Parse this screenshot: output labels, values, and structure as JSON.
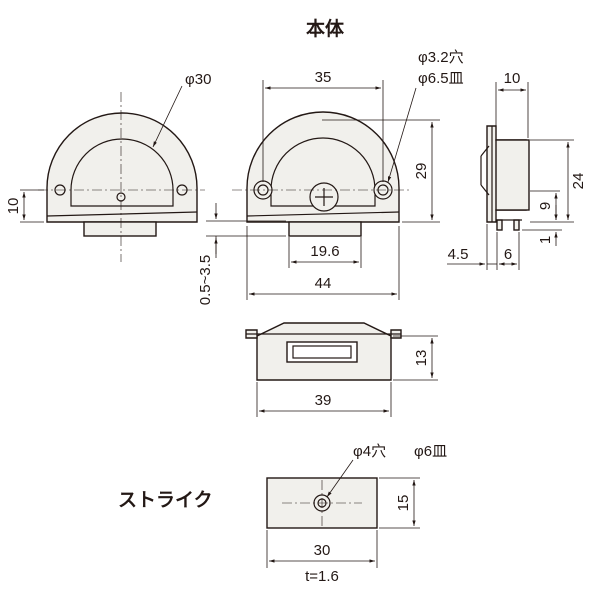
{
  "titles": {
    "main_body": "本体",
    "strike": "ストライク"
  },
  "dimensions": {
    "dia_30": "φ30",
    "width_35": "35",
    "hole_32": "φ3.2穴",
    "csk_65": "φ6.5皿",
    "depth_10": "10",
    "height_29": "29",
    "height_24": "24",
    "height_10": "10",
    "height_9": "9",
    "height_1": "1",
    "width_196": "19.6",
    "width_44": "44",
    "offset_45": "4.5",
    "width_6": "6",
    "gap_range": "0.5~3.5",
    "height_13": "13",
    "width_39": "39",
    "hole_4": "φ4穴",
    "csk_6": "φ6皿",
    "height_15": "15",
    "width_30": "30",
    "thickness": "t=1.6"
  },
  "colors": {
    "line": "#231815",
    "fill": "#f1f0ec"
  }
}
